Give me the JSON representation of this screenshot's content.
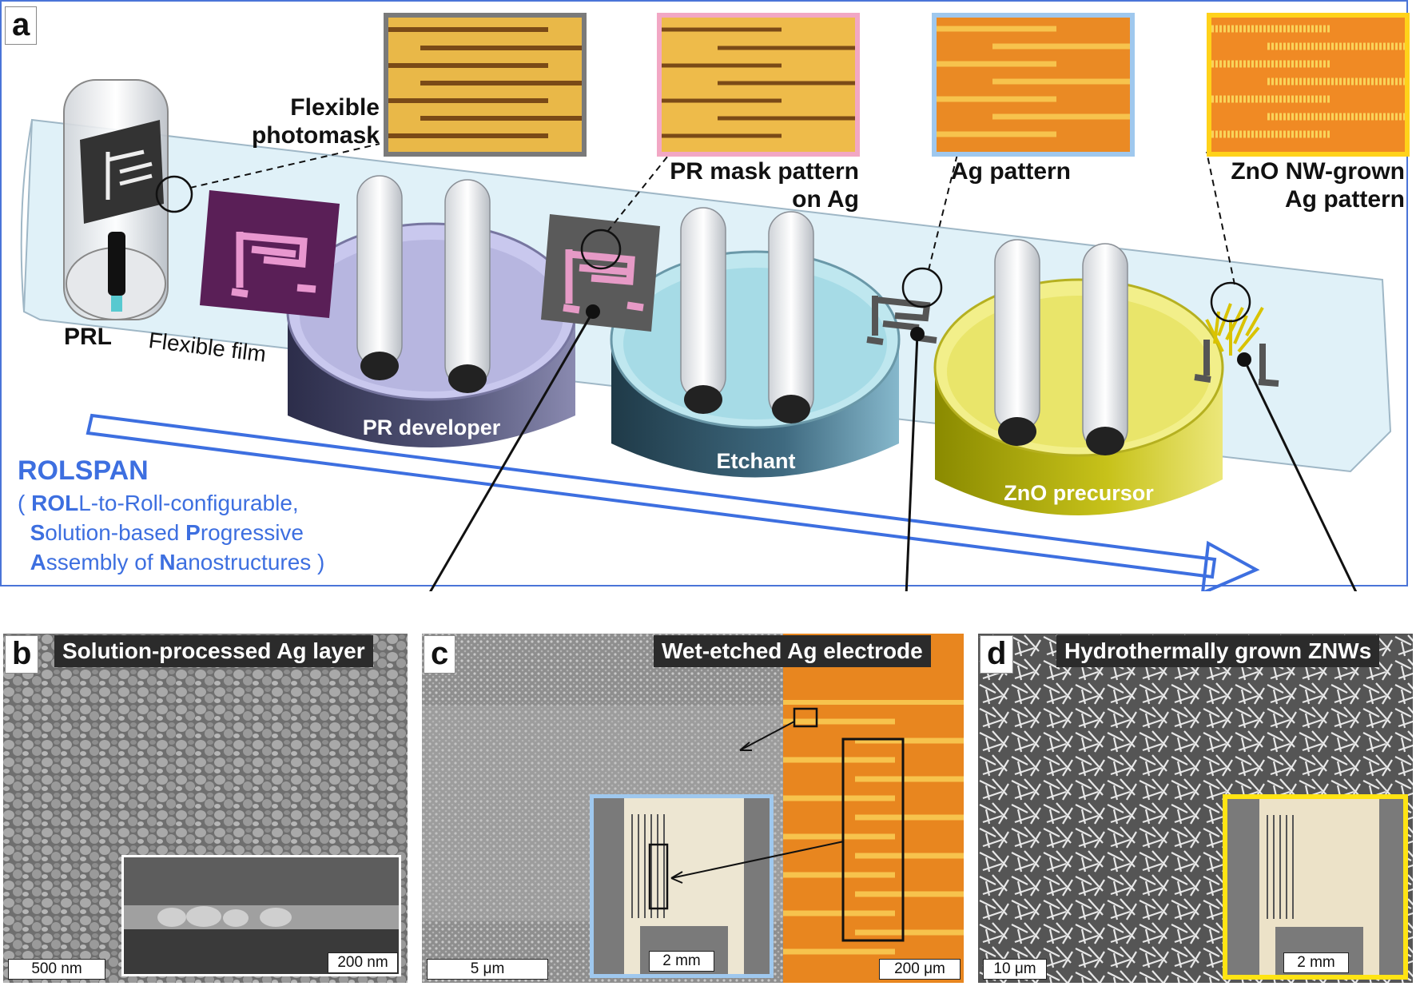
{
  "panel_letters": {
    "a": "a",
    "b": "b",
    "c": "c",
    "d": "d"
  },
  "panel_a": {
    "callouts": {
      "photomask": [
        "Flexible",
        "photomask"
      ],
      "pr_mask": [
        "PR mask pattern",
        "on Ag"
      ],
      "ag_pattern": "Ag pattern",
      "zno": [
        "ZnO NW-grown",
        "Ag pattern"
      ]
    },
    "prl_label": "PRL",
    "film_label": "Flexible film",
    "baths": [
      "PR developer",
      "Etchant",
      "ZnO precursor"
    ],
    "rolspan": {
      "title": "ROLSPAN",
      "line1_pre": "( ",
      "line1_bold1": "ROL",
      "line1_rest": "L-to-Roll-configurable,",
      "line2_pre": "  ",
      "line2_bold1": "S",
      "line2_mid": "olution-based ",
      "line2_bold2": "P",
      "line2_rest": "rogressive",
      "line3_pre": "  ",
      "line3_bold1": "A",
      "line3_mid": "ssembly of ",
      "line3_bold2": "N",
      "line3_rest": "anostructures )"
    },
    "colors": {
      "frame": "#4a74d8",
      "rolspan": "#3d6fe0",
      "photomask_border": "#7a7a7a",
      "pr_border": "#f2a7c4",
      "ag_border": "#9fc8ee",
      "zno_border": "#ffd21a"
    }
  },
  "panel_b": {
    "title": "Solution-processed Ag layer",
    "scale_main": "500 nm",
    "scale_inset": "200 nm"
  },
  "panel_c": {
    "title": "Wet-etched Ag electrode",
    "scale_main": "5 μm",
    "scale_inset": "2 mm",
    "scale_optical": "200 μm"
  },
  "panel_d": {
    "title": "Hydrothermally grown ZNWs",
    "scale_main": "10 μm",
    "scale_inset": "2 mm"
  }
}
